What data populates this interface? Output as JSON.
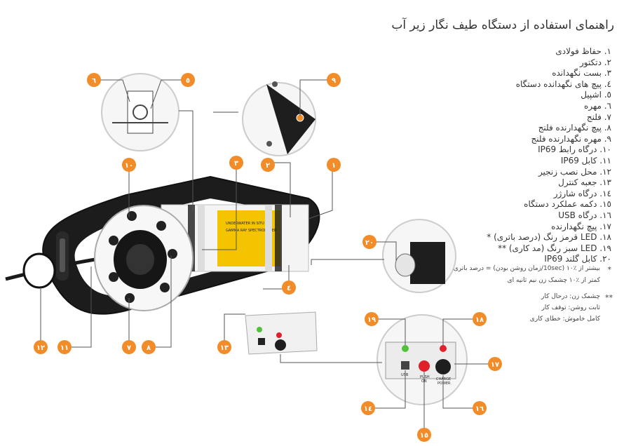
{
  "title": "راهنمای استفاده از دستگاه طیف نگار زیر آب",
  "parts": [
    "۱. حفاظ فولادی",
    "۲. دتکتور",
    "۳. بست نگهدانده",
    "٤. پیچ های نگهدانده دستگاه",
    "٥. اشپیل",
    "٦. مهره",
    "۷. فلنج",
    "۸. پیچ نگهدارنده فلنج",
    "۹. مهره نگهدارنده فلنج",
    "۱۰. درگاه رابط IP69",
    "۱۱. کابل IP69",
    "۱۲. محل نصب زنجیر",
    "۱۳. جعبه کنترل",
    "۱٤. درگاه شارژر",
    "۱٥. دکمه عملکرد دستگاه",
    "۱٦. درگاه USB",
    "۱۷. پیچ نگهدارنده",
    "۱۸. LED قرمز رنگ (درصد باتری) *",
    "۱۹. LED سبز رنگ (مد کاری) **",
    "۲۰. کابل گلند IP69"
  ],
  "notes": {
    "star1_mark": "*",
    "star1_line1": "بیشتر از ٪۱۰ (10sec/زمان روشن بودن) = درصد باتری",
    "star1_line2": "کمتر از ٪۱۰ چشمک زن نیم ثانیه ای",
    "star2_mark": "**",
    "star2_line1": "چشمک زن: درحال کار",
    "star2_line2": "ثابت روشن: توقف کار",
    "star2_line3": "کامل خاموش: خطای کاری"
  },
  "badges": [
    "۱",
    "۲",
    "۳",
    "٤",
    "٥",
    "٦",
    "۷",
    "۸",
    "۹",
    "۱۰",
    "۱۱",
    "۱۲",
    "۱۳",
    "۱٤",
    "۱٥",
    "۱٦",
    "۱۷",
    "۱۸",
    "۱۹",
    "۲۰"
  ],
  "device_labels": {
    "label_line1": "UNDERWATER IN SITU",
    "label_line2": "GAMMA RAY SPECTROMETER",
    "usb": "USB",
    "push": "PUSH",
    "on": "ON",
    "charge": "CHARGE",
    "power": "POWER"
  },
  "colors": {
    "accent": "#f28c28",
    "label_yellow": "#f5c400",
    "led_green": "#4fc23a",
    "led_red": "#e0202a",
    "dark": "#1e1e1e"
  }
}
